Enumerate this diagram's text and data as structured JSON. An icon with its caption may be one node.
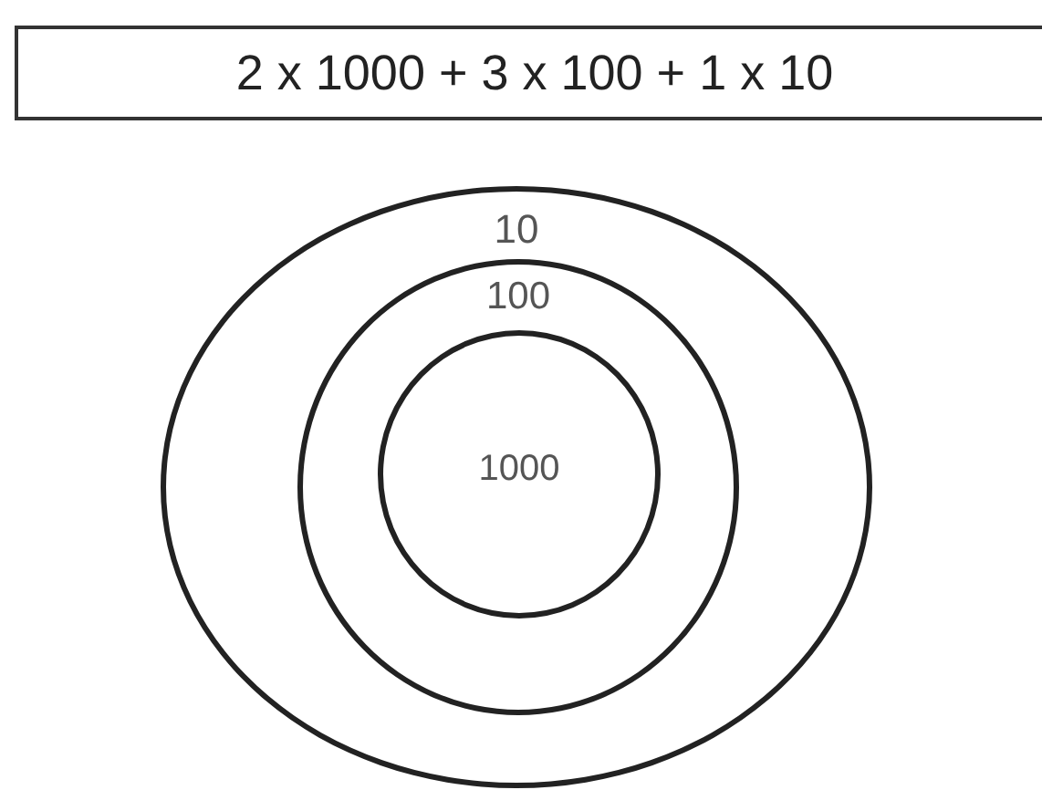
{
  "diagram": {
    "nodes": [
      {
        "text": [
          "2 x 1000 + 3 x 100 + 1 x 10"
        ]
      },
      {
        "text": [
          "10"
        ]
      },
      {
        "text": [
          "100"
        ],
        "in": 1
      },
      {
        "text": [
          "1000"
        ],
        "in": 2
      }
    ]
  }
}
